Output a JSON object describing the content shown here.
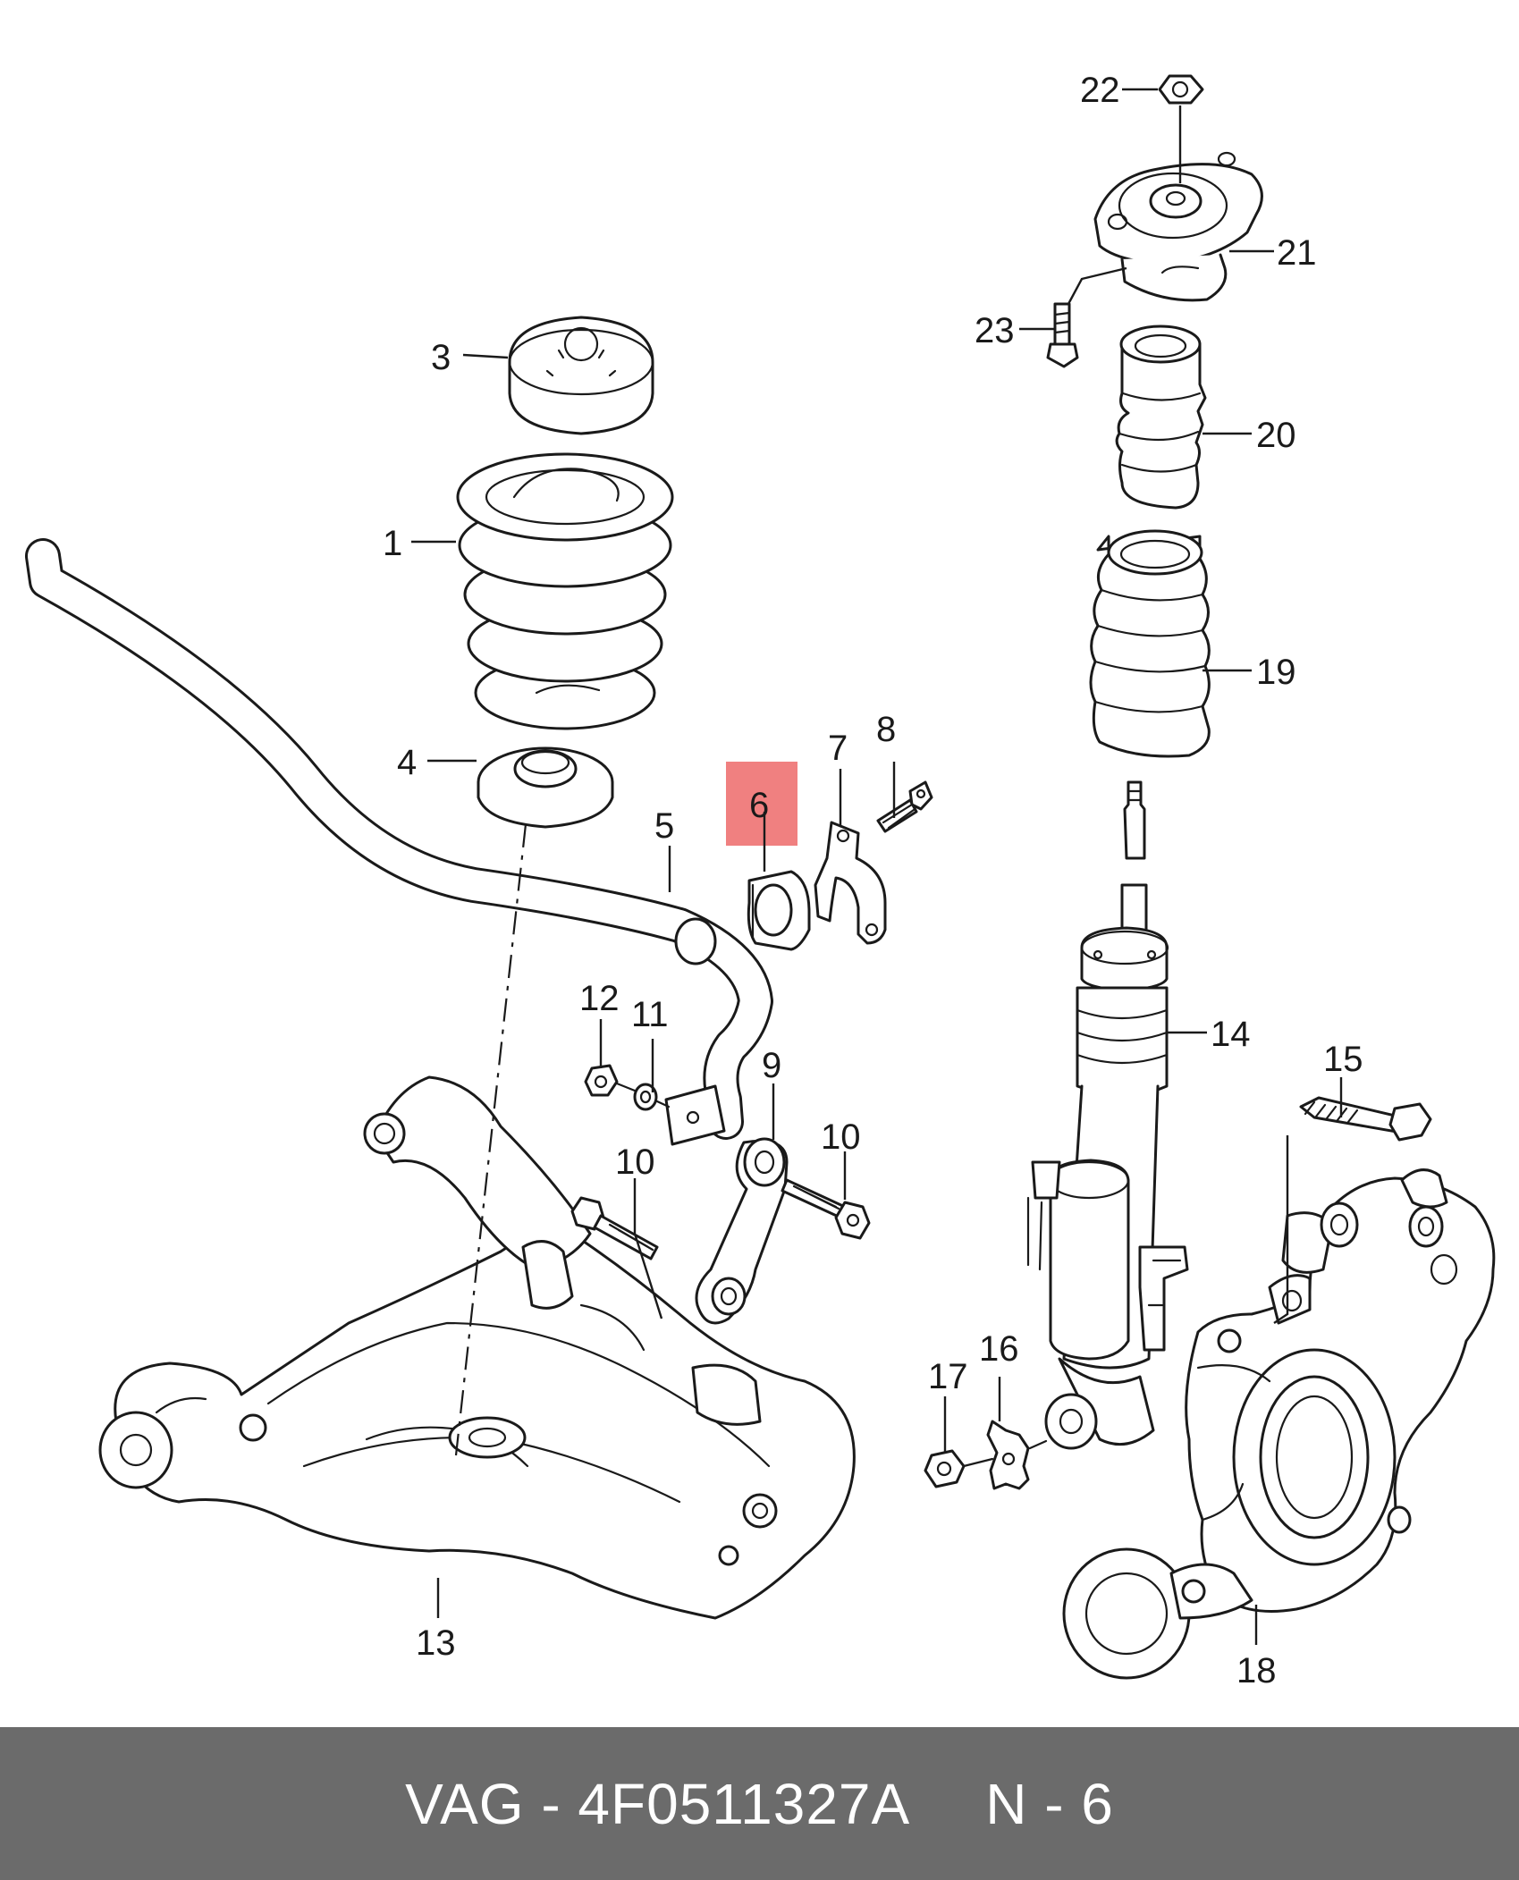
{
  "diagram": {
    "highlight_color": "#f08080",
    "highlighted_part": "6",
    "callouts": {
      "c1": "1",
      "c3": "3",
      "c4": "4",
      "c5": "5",
      "c6": "6",
      "c7": "7",
      "c8": "8",
      "c9": "9",
      "c10a": "10",
      "c10b": "10",
      "c11": "11",
      "c12": "12",
      "c13": "13",
      "c14": "14",
      "c15": "15",
      "c16": "16",
      "c17": "17",
      "c18": "18",
      "c19": "19",
      "c20": "20",
      "c21": "21",
      "c22": "22",
      "c23": "23"
    }
  },
  "footer": {
    "brand_and_part": "VAG - 4F0511327A",
    "diagram_ref": "N - 6",
    "background_color": "#6b6b6b"
  }
}
